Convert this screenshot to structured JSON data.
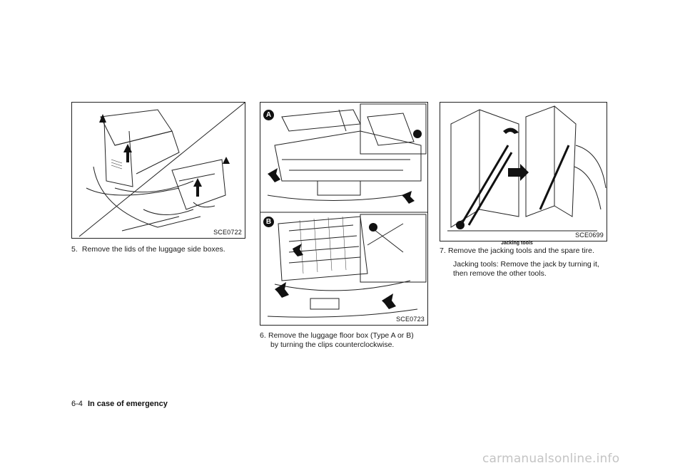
{
  "figures": {
    "fig1": {
      "code": "SCE0722"
    },
    "fig2": {
      "code": "SCE0723",
      "label_a": "A",
      "label_b": "B"
    },
    "fig3": {
      "code": "SCE0699",
      "caption": "Jacking tools"
    }
  },
  "steps": {
    "step5": {
      "number": "5.",
      "text": "Remove the lids of the luggage side boxes."
    },
    "step6": {
      "number": "6.",
      "line1": "Remove the luggage floor box (Type A or B)",
      "line2": "by turning the clips counterclockwise."
    },
    "step7": {
      "number": "7.",
      "text": "Remove the jacking tools and the spare tire.",
      "sub1": "Jacking tools: Remove the jack by turning it,",
      "sub2": "then remove the other tools."
    }
  },
  "footer": {
    "page": "6-4",
    "section": "In case of emergency"
  },
  "watermark": "carmanualsonline.info"
}
